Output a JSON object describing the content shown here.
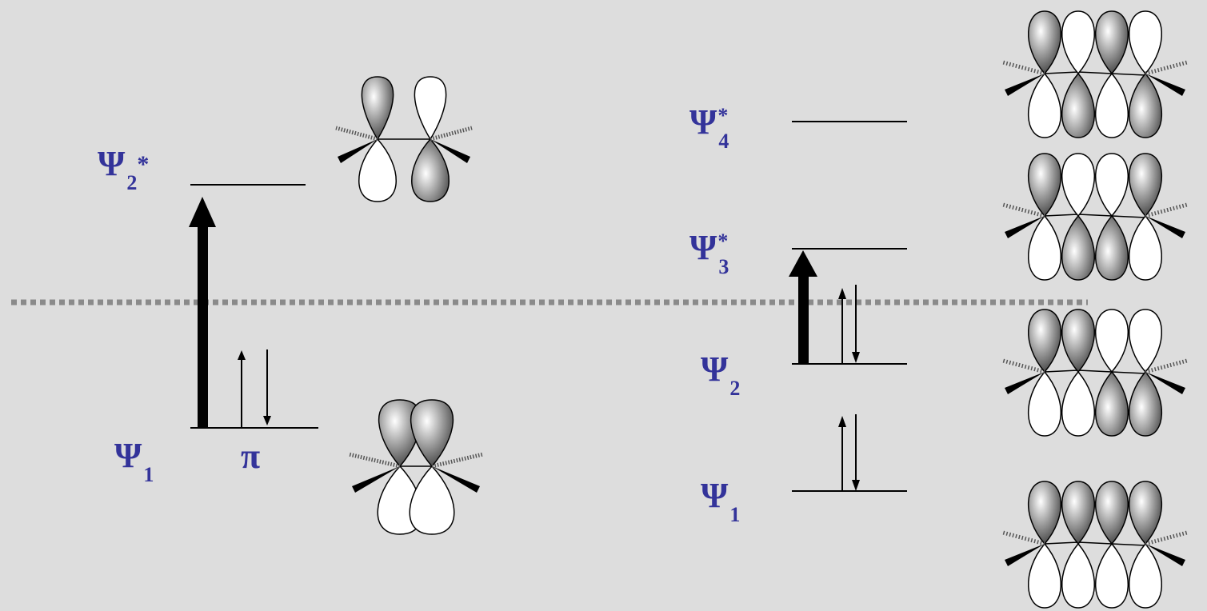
{
  "ethylene": {
    "psi2_star": {
      "symbol": "Ψ",
      "sub": "2",
      "sup": "*"
    },
    "psi1": {
      "symbol": "Ψ",
      "sub": "1"
    },
    "pi_label": "π"
  },
  "butadiene": {
    "psi4_star": {
      "symbol": "Ψ",
      "sub": "4",
      "sup": "*"
    },
    "psi3_star": {
      "symbol": "Ψ",
      "sub": "3",
      "sup": "*"
    },
    "psi2": {
      "symbol": "Ψ",
      "sub": "2"
    },
    "psi1": {
      "symbol": "Ψ",
      "sub": "1"
    }
  },
  "colors": {
    "background": "#dddddd",
    "label": "#33339a",
    "dotted_line": "#8a8a8a",
    "lines": "#000000"
  }
}
